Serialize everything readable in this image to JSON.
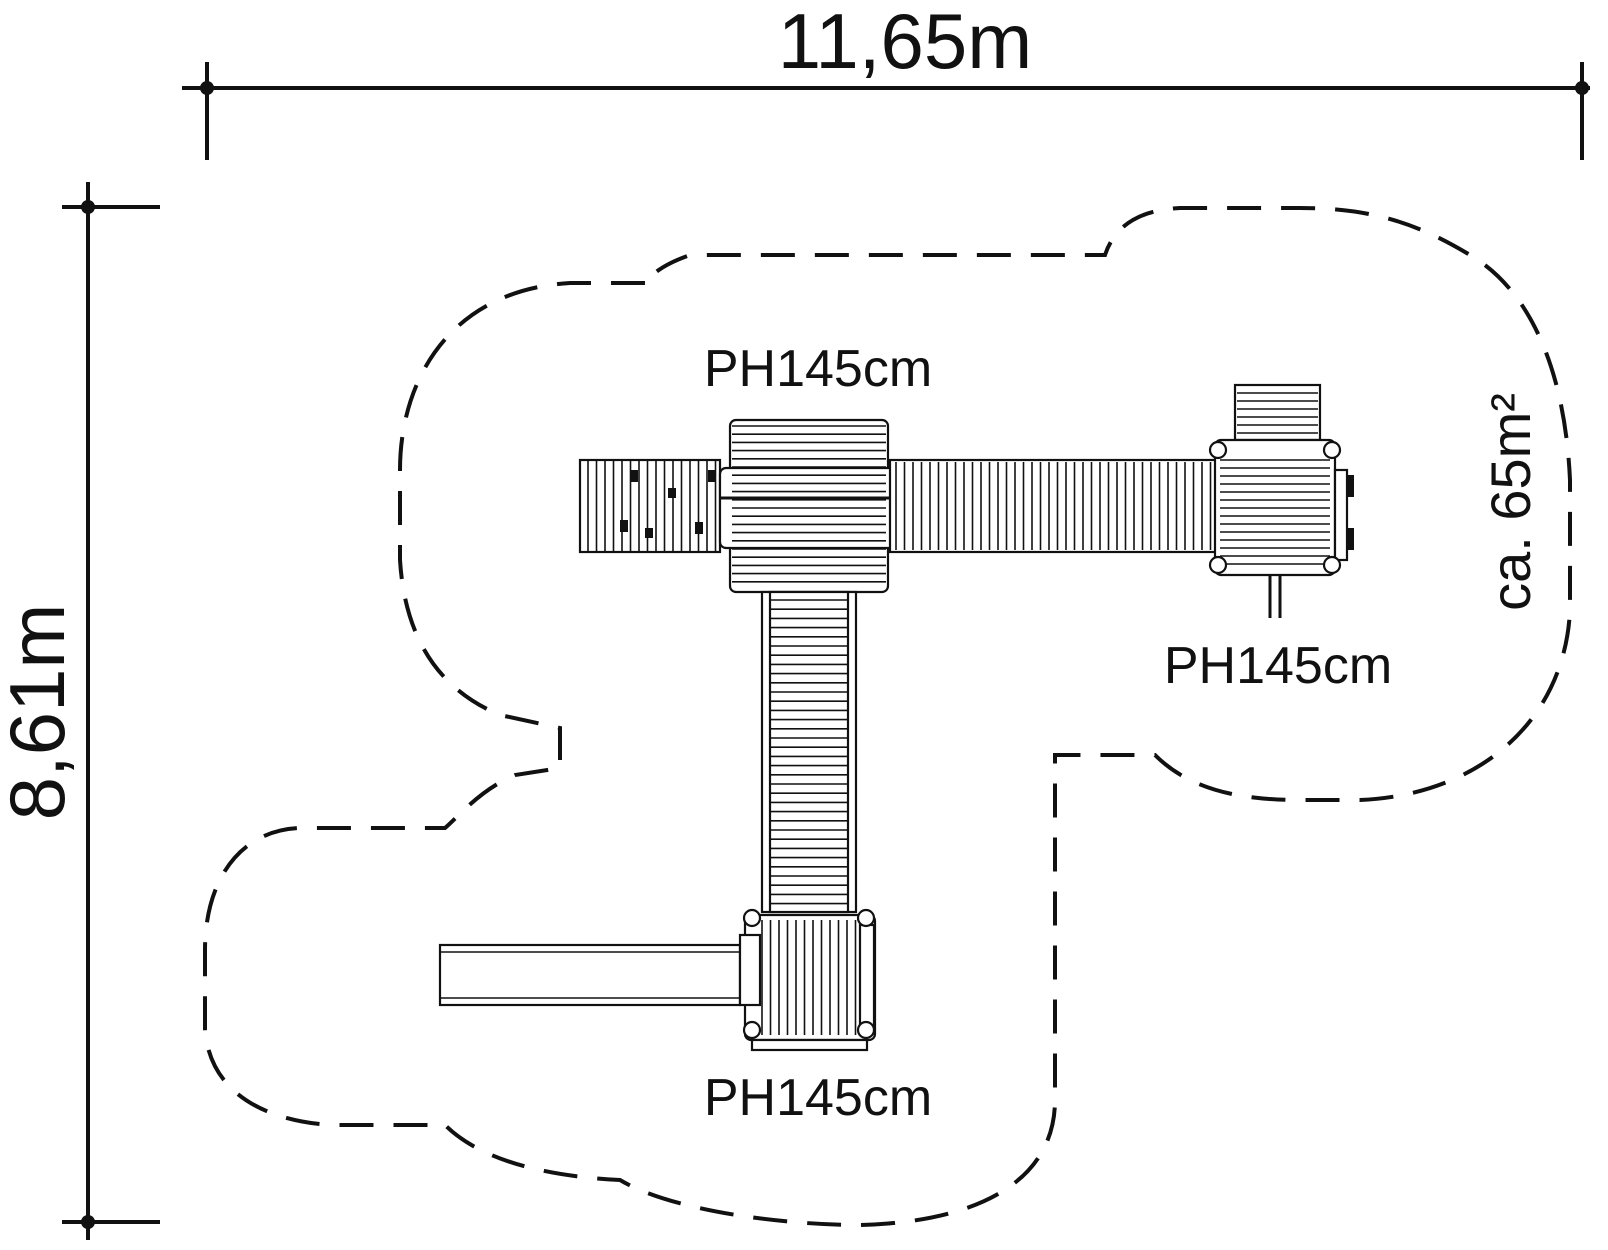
{
  "dimensions": {
    "width_label": "11,65m",
    "depth_label": "8,61m"
  },
  "area_label": "ca. 65m²",
  "platforms": [
    {
      "label": "PH145cm"
    },
    {
      "label": "PH145cm"
    },
    {
      "label": "PH145cm"
    }
  ]
}
